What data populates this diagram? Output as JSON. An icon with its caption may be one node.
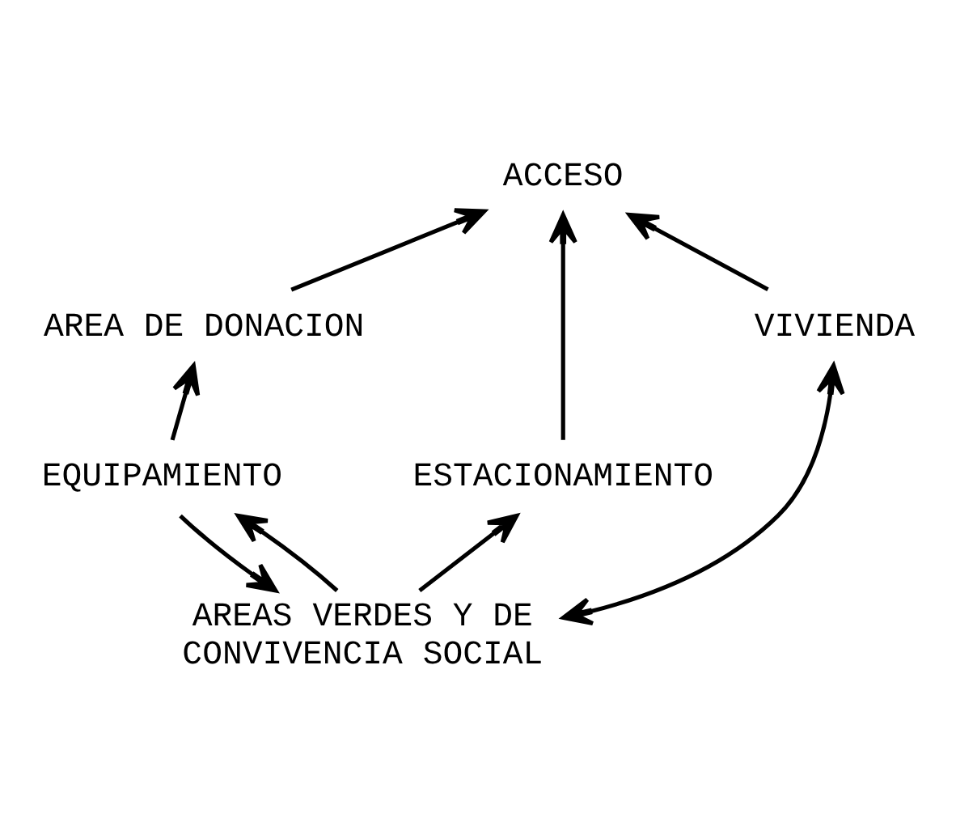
{
  "diagram": {
    "nodes": [
      {
        "text": [
          "ACCESO"
        ]
      },
      {
        "text": [
          "AREA DE DONACION"
        ]
      },
      {
        "text": [
          "ESTACIONAMIENTO"
        ]
      },
      {
        "text": [
          "EQUIPAMIENTO"
        ]
      },
      {
        "text": [
          "VIVIENDA"
        ]
      },
      {
        "text": [
          "AREAS VERDES Y DE CONVIVENCIA SOCIAL"
        ]
      }
    ],
    "edges": [
      {
        "from": 2,
        "to": 0,
        "arrow": "to"
      },
      {
        "from": 4,
        "to": 0,
        "arrow": "to"
      },
      {
        "from": 1,
        "to": 0,
        "arrow": "to"
      },
      {
        "from": 3,
        "to": 1,
        "arrow": "to"
      },
      {
        "from": 5,
        "to": 2,
        "arrow": "to"
      },
      {
        "from": 4,
        "to": 5,
        "arrow": "both"
      },
      {
        "from": 3,
        "to": 5,
        "arrow": "to"
      },
      {
        "from": 5,
        "to": 3,
        "arrow": "to"
      }
    ]
  }
}
